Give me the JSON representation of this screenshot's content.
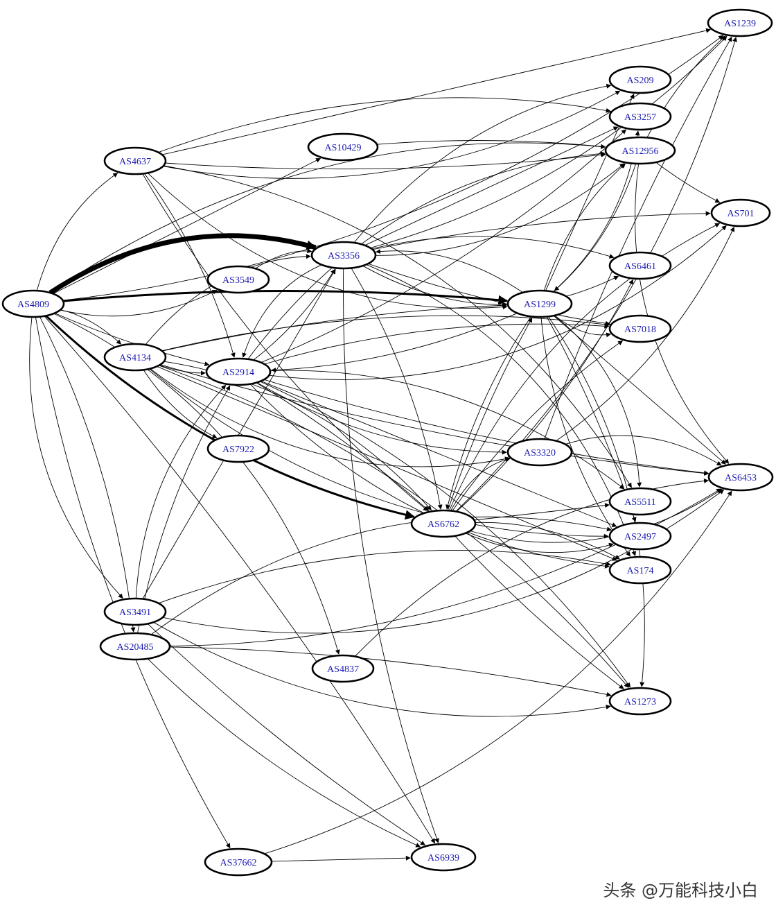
{
  "diagram": {
    "nodes": [
      {
        "id": "AS4809",
        "label": "AS4809"
      },
      {
        "id": "AS4637",
        "label": "AS4637"
      },
      {
        "id": "AS10429",
        "label": "AS10429"
      },
      {
        "id": "AS1239",
        "label": "AS1239"
      },
      {
        "id": "AS209",
        "label": "AS209"
      },
      {
        "id": "AS3257",
        "label": "AS3257"
      },
      {
        "id": "AS12956",
        "label": "AS12956"
      },
      {
        "id": "AS701",
        "label": "AS701"
      },
      {
        "id": "AS3356",
        "label": "AS3356"
      },
      {
        "id": "AS3549",
        "label": "AS3549"
      },
      {
        "id": "AS6461",
        "label": "AS6461"
      },
      {
        "id": "AS1299",
        "label": "AS1299"
      },
      {
        "id": "AS7018",
        "label": "AS7018"
      },
      {
        "id": "AS4134",
        "label": "AS4134"
      },
      {
        "id": "AS2914",
        "label": "AS2914"
      },
      {
        "id": "AS7922",
        "label": "AS7922"
      },
      {
        "id": "AS3320",
        "label": "AS3320"
      },
      {
        "id": "AS6453",
        "label": "AS6453"
      },
      {
        "id": "AS5511",
        "label": "AS5511"
      },
      {
        "id": "AS6762",
        "label": "AS6762"
      },
      {
        "id": "AS2497",
        "label": "AS2497"
      },
      {
        "id": "AS174",
        "label": "AS174"
      },
      {
        "id": "AS3491",
        "label": "AS3491"
      },
      {
        "id": "AS20485",
        "label": "AS20485"
      },
      {
        "id": "AS4837",
        "label": "AS4837"
      },
      {
        "id": "AS1273",
        "label": "AS1273"
      },
      {
        "id": "AS37662",
        "label": "AS37662"
      },
      {
        "id": "AS6939",
        "label": "AS6939"
      }
    ],
    "edges": [
      [
        "AS4809",
        "AS3356",
        3
      ],
      [
        "AS4809",
        "AS1299",
        2
      ],
      [
        "AS4809",
        "AS6762",
        2
      ],
      [
        "AS4809",
        "AS4637",
        1
      ],
      [
        "AS4809",
        "AS10429",
        1
      ],
      [
        "AS4809",
        "AS3549",
        1
      ],
      [
        "AS4809",
        "AS4134",
        1
      ],
      [
        "AS4809",
        "AS2914",
        1
      ],
      [
        "AS4809",
        "AS3491",
        1
      ],
      [
        "AS4809",
        "AS20485",
        1
      ],
      [
        "AS4809",
        "AS37662",
        1
      ],
      [
        "AS4809",
        "AS4837",
        1
      ],
      [
        "AS4809",
        "AS6939",
        1
      ],
      [
        "AS4809",
        "AS1239",
        1
      ],
      [
        "AS4809",
        "AS12956",
        1
      ],
      [
        "AS4637",
        "AS1239",
        1
      ],
      [
        "AS4637",
        "AS209",
        1
      ],
      [
        "AS4637",
        "AS3257",
        1
      ],
      [
        "AS4637",
        "AS12956",
        1
      ],
      [
        "AS4637",
        "AS1299",
        1
      ],
      [
        "AS4637",
        "AS2914",
        1
      ],
      [
        "AS4637",
        "AS6762",
        1
      ],
      [
        "AS4637",
        "AS5511",
        1
      ],
      [
        "AS10429",
        "AS12956",
        1
      ],
      [
        "AS3356",
        "AS1239",
        1
      ],
      [
        "AS3356",
        "AS209",
        1
      ],
      [
        "AS3356",
        "AS3257",
        1
      ],
      [
        "AS3356",
        "AS12956",
        1
      ],
      [
        "AS3356",
        "AS6461",
        1
      ],
      [
        "AS3356",
        "AS7018",
        1
      ],
      [
        "AS3356",
        "AS2914",
        1
      ],
      [
        "AS3356",
        "AS6762",
        1
      ],
      [
        "AS3356",
        "AS6939",
        1
      ],
      [
        "AS3356",
        "AS174",
        1
      ],
      [
        "AS3356",
        "AS701",
        1
      ],
      [
        "AS3356",
        "AS1299",
        1
      ],
      [
        "AS3549",
        "AS3356",
        1
      ],
      [
        "AS1299",
        "AS209",
        1
      ],
      [
        "AS1299",
        "AS3257",
        1
      ],
      [
        "AS1299",
        "AS12956",
        1
      ],
      [
        "AS1299",
        "AS6461",
        1
      ],
      [
        "AS1299",
        "AS7018",
        1
      ],
      [
        "AS1299",
        "AS2914",
        1
      ],
      [
        "AS1299",
        "AS6762",
        1
      ],
      [
        "AS1299",
        "AS5511",
        1
      ],
      [
        "AS1299",
        "AS2497",
        1
      ],
      [
        "AS1299",
        "AS174",
        1
      ],
      [
        "AS1299",
        "AS1273",
        1
      ],
      [
        "AS1299",
        "AS6453",
        1
      ],
      [
        "AS1299",
        "AS3356",
        1
      ],
      [
        "AS12956",
        "AS1299",
        1
      ],
      [
        "AS12956",
        "AS701",
        1
      ],
      [
        "AS12956",
        "AS6453",
        1
      ],
      [
        "AS12956",
        "AS1239",
        1
      ],
      [
        "AS4134",
        "AS2914",
        1
      ],
      [
        "AS4134",
        "AS3356",
        1
      ],
      [
        "AS4134",
        "AS1299",
        1
      ],
      [
        "AS4134",
        "AS7922",
        1
      ],
      [
        "AS4134",
        "AS6762",
        1
      ],
      [
        "AS4134",
        "AS174",
        1
      ],
      [
        "AS4134",
        "AS2497",
        1
      ],
      [
        "AS4134",
        "AS1273",
        1
      ],
      [
        "AS4134",
        "AS6453",
        1
      ],
      [
        "AS4134",
        "AS3320",
        1
      ],
      [
        "AS4134",
        "AS7018",
        1
      ],
      [
        "AS2914",
        "AS3356",
        1
      ],
      [
        "AS2914",
        "AS12956",
        1
      ],
      [
        "AS2914",
        "AS6762",
        1
      ],
      [
        "AS2914",
        "AS3320",
        1
      ],
      [
        "AS2914",
        "AS5511",
        1
      ],
      [
        "AS2914",
        "AS2497",
        1
      ],
      [
        "AS2914",
        "AS174",
        1
      ],
      [
        "AS2914",
        "AS1273",
        1
      ],
      [
        "AS2914",
        "AS6453",
        1
      ],
      [
        "AS2914",
        "AS701",
        1
      ],
      [
        "AS2914",
        "AS7018",
        1
      ],
      [
        "AS2914",
        "AS3257",
        1
      ],
      [
        "AS6762",
        "AS3320",
        1
      ],
      [
        "AS6762",
        "AS1299",
        1
      ],
      [
        "AS6762",
        "AS1239",
        1
      ],
      [
        "AS6762",
        "AS701",
        1
      ],
      [
        "AS6762",
        "AS5511",
        1
      ],
      [
        "AS6762",
        "AS2497",
        1
      ],
      [
        "AS6762",
        "AS174",
        1
      ],
      [
        "AS6762",
        "AS1273",
        1
      ],
      [
        "AS6762",
        "AS6453",
        1
      ],
      [
        "AS6762",
        "AS7018",
        1
      ],
      [
        "AS6762",
        "AS6461",
        1
      ],
      [
        "AS3320",
        "AS6453",
        1
      ],
      [
        "AS3320",
        "AS1239",
        1
      ],
      [
        "AS3320",
        "AS701",
        1
      ],
      [
        "AS3491",
        "AS2914",
        1
      ],
      [
        "AS3491",
        "AS3356",
        1
      ],
      [
        "AS3491",
        "AS1273",
        1
      ],
      [
        "AS3491",
        "AS174",
        1
      ],
      [
        "AS3491",
        "AS6939",
        1
      ],
      [
        "AS3491",
        "AS6453",
        1
      ],
      [
        "AS20485",
        "AS2914",
        1
      ],
      [
        "AS20485",
        "AS6939",
        1
      ],
      [
        "AS20485",
        "AS2497",
        1
      ],
      [
        "AS20485",
        "AS1273",
        1
      ],
      [
        "AS20485",
        "AS6453",
        1
      ],
      [
        "AS4837",
        "AS6453",
        1
      ],
      [
        "AS37662",
        "AS6939",
        1
      ],
      [
        "AS37662",
        "AS6453",
        1
      ]
    ]
  },
  "watermark": {
    "text": "头条 @万能科技小白"
  }
}
